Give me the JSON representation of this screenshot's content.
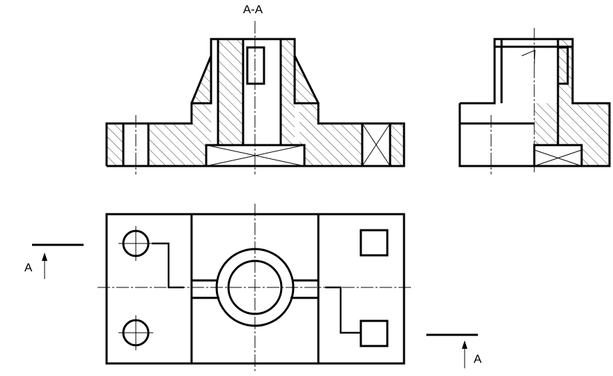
{
  "section_view": {
    "label": "A-A"
  },
  "cutting_plane": {
    "left_label": "A",
    "right_label": "A"
  },
  "colors": {
    "line": "#000000",
    "background": "#ffffff"
  }
}
